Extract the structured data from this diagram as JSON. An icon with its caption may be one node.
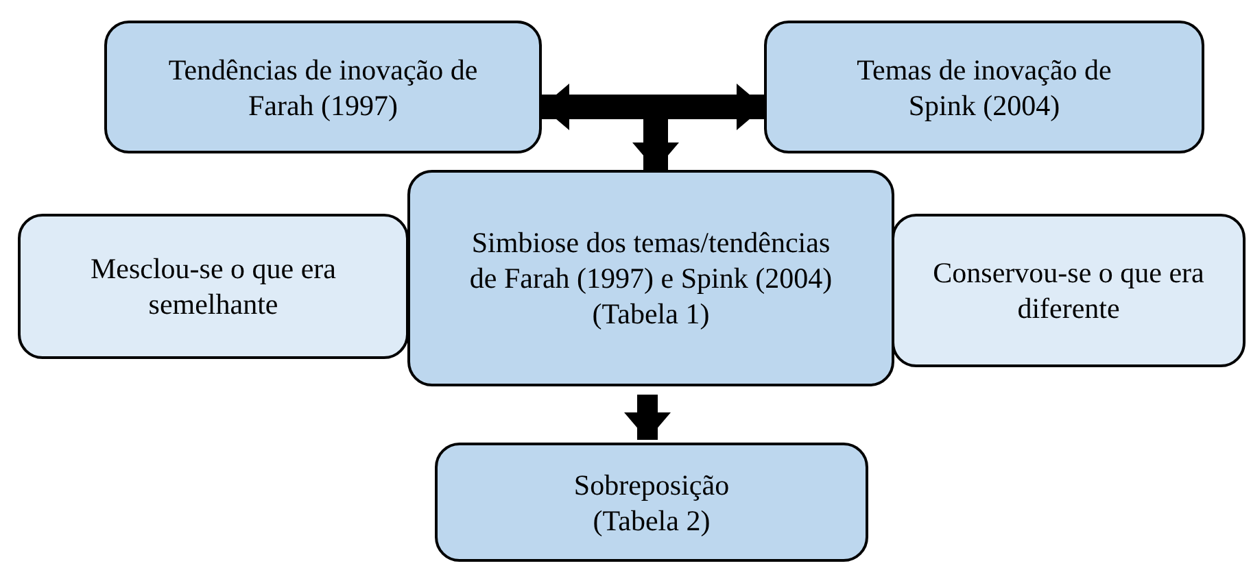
{
  "diagram": {
    "nodes": [
      {
        "text": [
          "Tendências de inovação de Farah (1997)"
        ]
      },
      {
        "text": [
          "Temas de inovação de Spink (2004)"
        ]
      },
      {
        "text": [
          "Mesclou-se o que era semelhante"
        ]
      },
      {
        "text": [
          "Simbiose dos temas/tendências de Farah (1997) e Spink (2004) (Tabela 1)"
        ]
      },
      {
        "text": [
          "Conservou-se o que era diferente"
        ]
      },
      {
        "text": [
          "Sobreposição (Tabela 2)"
        ]
      }
    ],
    "edges": [
      {
        "from": null,
        "to": 0,
        "arrow": "to"
      },
      {
        "from": null,
        "to": 1,
        "arrow": "to"
      },
      {
        "from": null,
        "to": 3,
        "arrow": "to"
      },
      {
        "from": 3,
        "to": 5,
        "arrow": "to"
      }
    ]
  }
}
